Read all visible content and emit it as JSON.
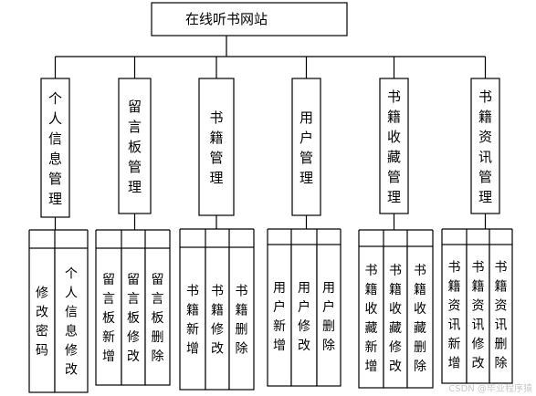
{
  "root": {
    "label": "在线听书网站"
  },
  "modules": [
    {
      "label": "个人信息管理",
      "children": [
        "修改密码",
        "个人信息修改"
      ]
    },
    {
      "label": "留言板管理",
      "children": [
        "留言板新增",
        "留言板修改",
        "留言板删除"
      ]
    },
    {
      "label": "书籍管理",
      "children": [
        "书籍新增",
        "书籍修改",
        "书籍删除"
      ]
    },
    {
      "label": "用户管理",
      "children": [
        "用户新增",
        "用户修改",
        "用户删除"
      ]
    },
    {
      "label": "书籍收藏管理",
      "children": [
        "书籍收藏新增",
        "书籍收藏修改",
        "书籍收藏删除"
      ]
    },
    {
      "label": "书籍资讯管理",
      "children": [
        "书籍资讯新增",
        "书籍资讯修改",
        "书籍资讯删除"
      ]
    }
  ],
  "watermark": "CSDN @毕业程序猿"
}
